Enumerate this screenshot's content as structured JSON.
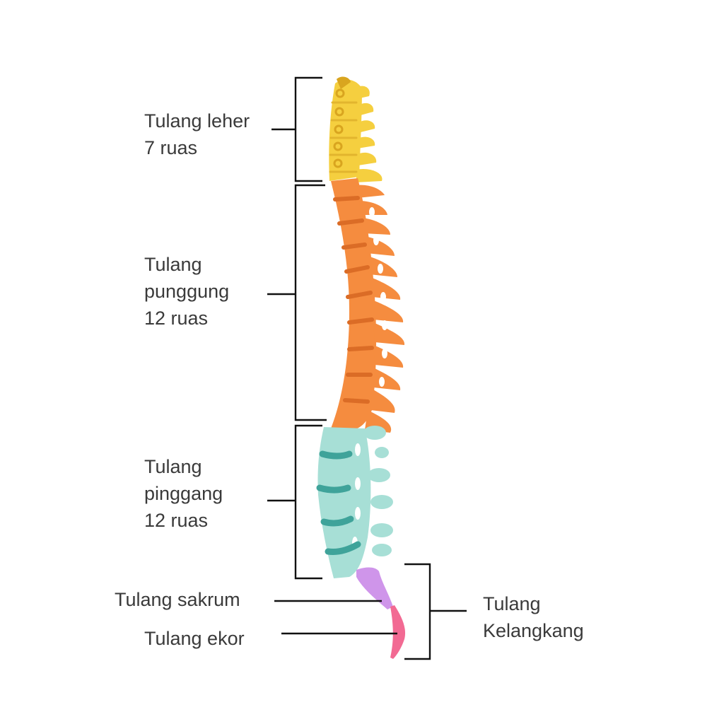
{
  "labels": {
    "cervical": {
      "line1": "Tulang leher",
      "line2": "7 ruas",
      "color": "#F5CF3F"
    },
    "thoracic": {
      "line1": "Tulang",
      "line2": "punggung",
      "line3": "12 ruas",
      "color": "#F58C3F"
    },
    "lumbar": {
      "line1": "Tulang",
      "line2": "pinggang",
      "line3": "12 ruas",
      "color": "#A7DFD6"
    },
    "sacrum": {
      "text": "Tulang sakrum",
      "color": "#CF95EA"
    },
    "coccyx": {
      "text": "Tulang ekor",
      "color": "#F26A93"
    },
    "pelvis": {
      "line1": "Tulang",
      "line2": "Kelangkang"
    }
  }
}
